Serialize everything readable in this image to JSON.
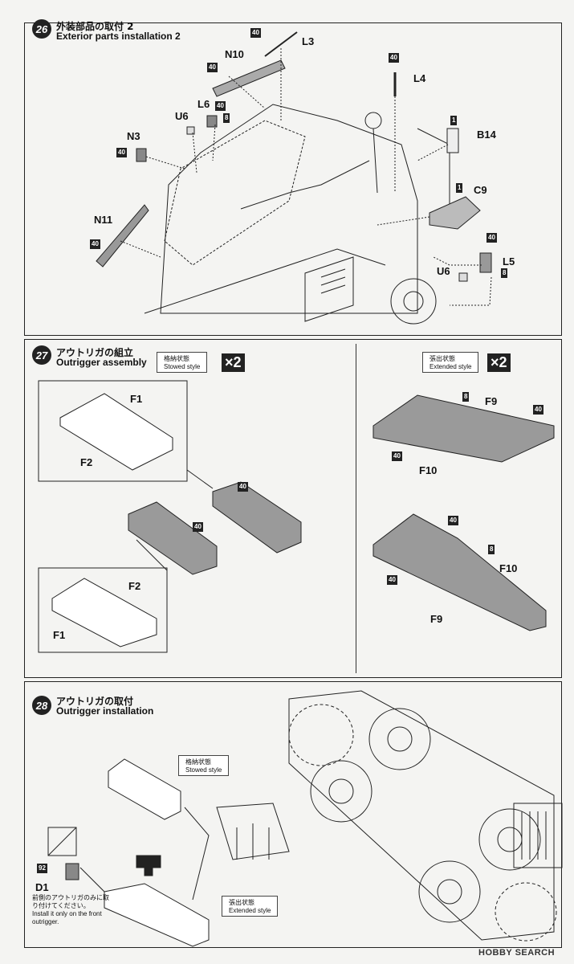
{
  "step26": {
    "number": "26",
    "title_jp": "外装部品の取付 2",
    "title_en": "Exterior parts installation 2",
    "parts": [
      "L3",
      "N10",
      "L4",
      "L6",
      "U6",
      "B14",
      "N3",
      "C9",
      "N11",
      "U6",
      "L5"
    ],
    "tags": [
      "40",
      "40",
      "40",
      "40",
      "8",
      "1",
      "40",
      "1",
      "40",
      "40",
      "8"
    ]
  },
  "step27": {
    "number": "27",
    "title_jp": "アウトリガの組立",
    "title_en": "Outrigger assembly",
    "stowed_jp": "格納状態",
    "stowed_en": "Stowed style",
    "extended_jp": "張出状態",
    "extended_en": "Extended style",
    "multiplier": "×2",
    "parts_left": [
      "F1",
      "F2",
      "F2",
      "F1"
    ],
    "parts_right": [
      "F9",
      "F10",
      "F10",
      "F9"
    ],
    "tags": [
      "40",
      "40",
      "8",
      "40",
      "40",
      "40",
      "8",
      "40"
    ]
  },
  "step28": {
    "number": "28",
    "title_jp": "アウトリガの取付",
    "title_en": "Outrigger installation",
    "stowed_jp": "格納状態",
    "stowed_en": "Stowed style",
    "extended_jp": "張出状態",
    "extended_en": "Extended style",
    "part": "D1",
    "part_tag": "92",
    "note_jp": "前側のアウトリガのみに取り付けてください。",
    "note_en": "Install it only on the front outrigger."
  },
  "watermark": "HOBBY SEARCH",
  "colors": {
    "ink": "#111111",
    "paper": "#f4f4f2",
    "part_fill": "#9a9a9a"
  }
}
